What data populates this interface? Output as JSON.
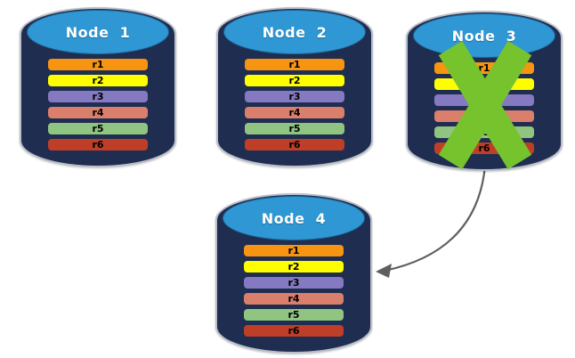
{
  "canvas": {
    "background": "#FFFFFF"
  },
  "nodes": [
    {
      "id": "node-1",
      "title": "Node  1",
      "failed": false,
      "body_color": "#1F2D50",
      "top_color": "#2F97D3",
      "partitions": [
        {
          "label": "r1",
          "color": "#F79512"
        },
        {
          "label": "r2",
          "color": "#FEFE00"
        },
        {
          "label": "r3",
          "color": "#8579C1"
        },
        {
          "label": "r4",
          "color": "#D97F6C"
        },
        {
          "label": "r5",
          "color": "#90C581"
        },
        {
          "label": "r6",
          "color": "#BF3E28"
        }
      ]
    },
    {
      "id": "node-2",
      "title": "Node  2",
      "failed": false,
      "body_color": "#1F2D50",
      "top_color": "#2F97D3",
      "partitions": [
        {
          "label": "r1",
          "color": "#F79512"
        },
        {
          "label": "r2",
          "color": "#FEFE00"
        },
        {
          "label": "r3",
          "color": "#8579C1"
        },
        {
          "label": "r4",
          "color": "#D97F6C"
        },
        {
          "label": "r5",
          "color": "#90C581"
        },
        {
          "label": "r6",
          "color": "#BF3E28"
        }
      ]
    },
    {
      "id": "node-3",
      "title": "Node  3",
      "failed": true,
      "failure_mark_color": "#76C32E",
      "body_color": "#1F2D50",
      "top_color": "#2F97D3",
      "partitions": [
        {
          "label": "r1",
          "color": "#F79512"
        },
        {
          "label": "r2",
          "color": "#FEFE00"
        },
        {
          "label": "r3",
          "color": "#8579C1"
        },
        {
          "label": "r4",
          "color": "#D97F6C"
        },
        {
          "label": "r5",
          "color": "#90C581"
        },
        {
          "label": "r6",
          "color": "#BF3E28"
        }
      ]
    },
    {
      "id": "node-4",
      "title": "Node  4",
      "failed": false,
      "body_color": "#1F2D50",
      "top_color": "#2F97D3",
      "partitions": [
        {
          "label": "r1",
          "color": "#F79512"
        },
        {
          "label": "r2",
          "color": "#FEFE00"
        },
        {
          "label": "r3",
          "color": "#8579C1"
        },
        {
          "label": "r4",
          "color": "#D97F6C"
        },
        {
          "label": "r5",
          "color": "#90C581"
        },
        {
          "label": "r6",
          "color": "#BF3E28"
        }
      ]
    }
  ],
  "arrow": {
    "from": "node-3",
    "to": "node-4",
    "color": "#5F5F5F"
  }
}
